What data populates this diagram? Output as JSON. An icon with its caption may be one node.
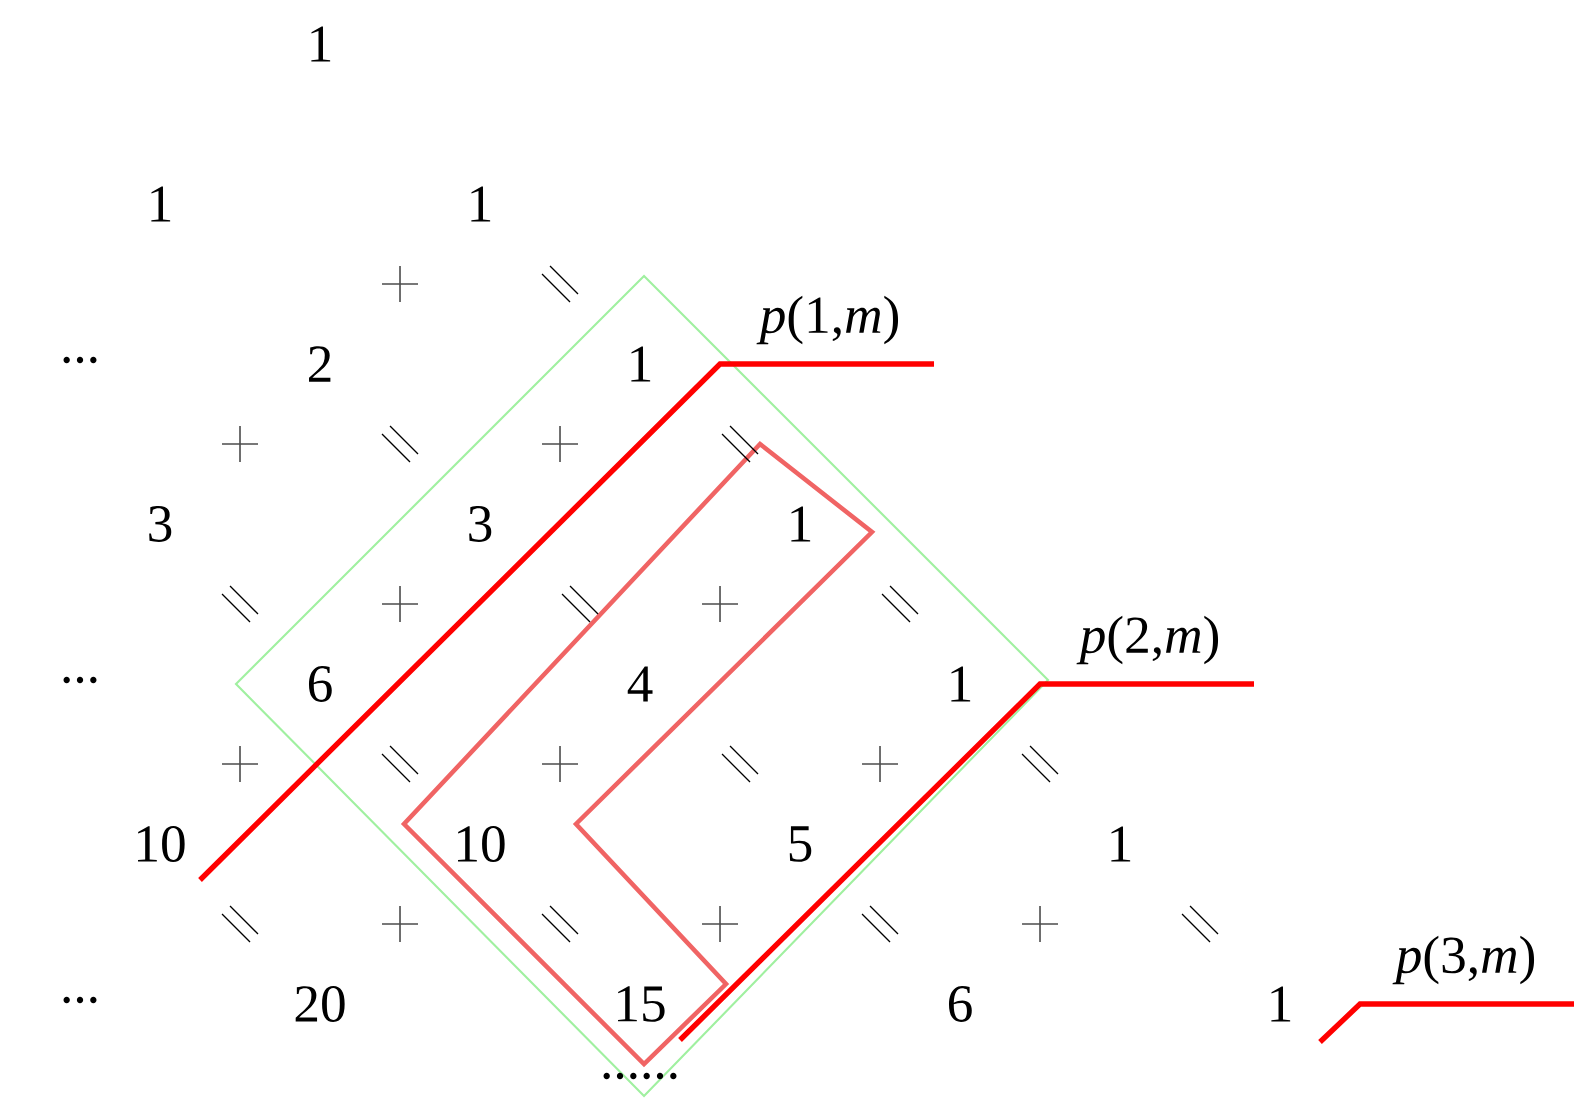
{
  "diagram": {
    "labels": [
      "1",
      "1",
      "1",
      "...",
      "2",
      "1",
      "*p*(1,*m*)",
      "3",
      "3",
      "1",
      "...",
      "6",
      "4",
      "1",
      "*p*(2,*m*)",
      "10",
      "10",
      "5",
      "1",
      "...",
      "20",
      "15",
      "6",
      "1",
      "*p*(3,*m*)",
      "......"
    ]
  }
}
